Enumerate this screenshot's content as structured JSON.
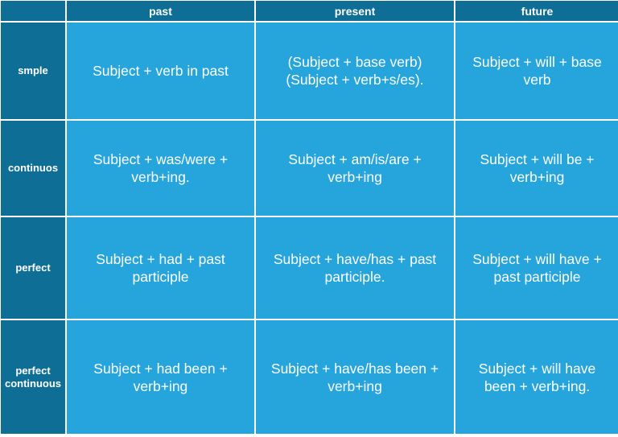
{
  "columns": [
    "past",
    "present",
    "future"
  ],
  "rows": [
    {
      "label": "smple",
      "cells": [
        "Subject + verb in past",
        "(Subject + base verb)\n(Subject + verb+s/es).",
        "Subject + will + base\nverb"
      ]
    },
    {
      "label": "continuos",
      "cells": [
        "Subject + was/were +\nverb+ing.",
        "Subject + am/is/are +\nverb+ing",
        "Subject + will be +\nverb+ing"
      ]
    },
    {
      "label": "perfect",
      "cells": [
        "Subject + had + past\nparticiple",
        "Subject + have/has + past\nparticiple.",
        "Subject + will have +\npast participle"
      ]
    },
    {
      "label": "perfect\ncontinuous",
      "cells": [
        "Subject + had been +\nverb+ing",
        "Subject + have/has been +\nverb+ing",
        "Subject + will have\nbeen + verb+ing."
      ]
    }
  ]
}
